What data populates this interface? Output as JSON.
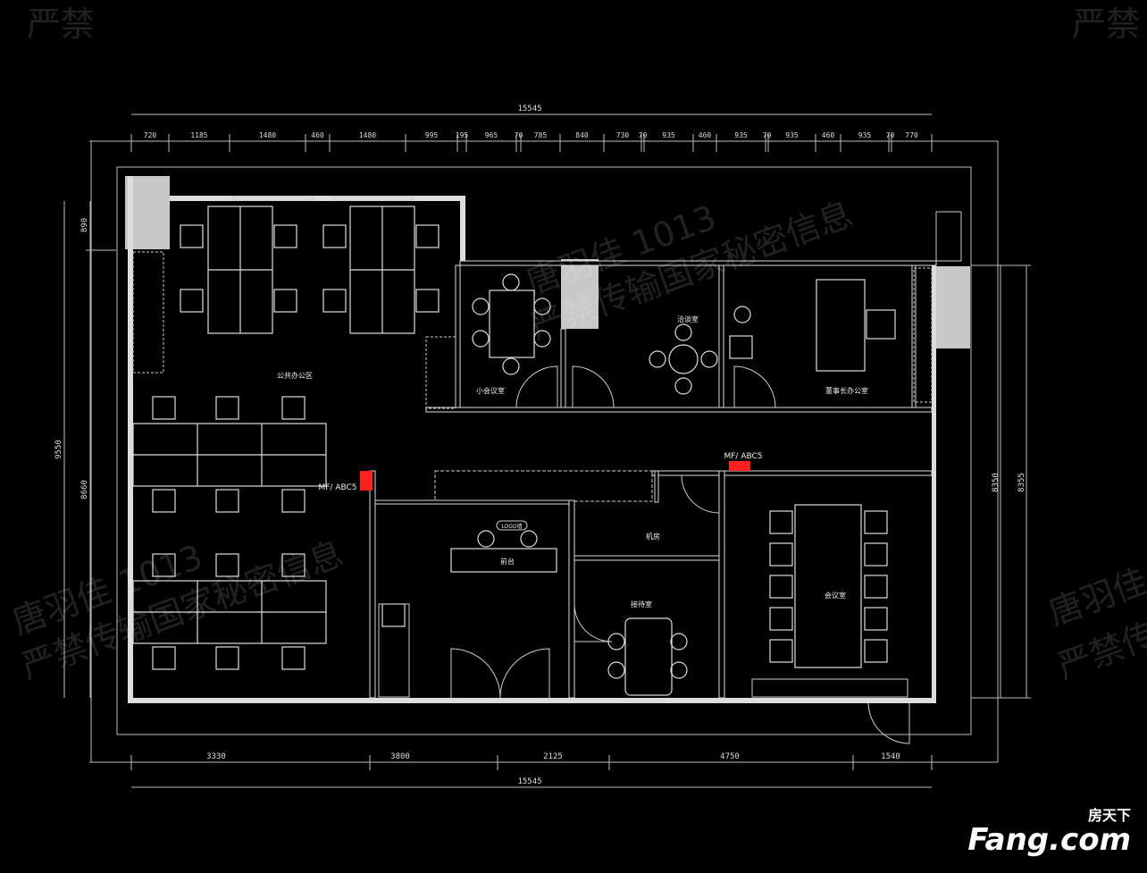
{
  "dimensions": {
    "top_total": "15545",
    "top_segments": [
      "720",
      "1185",
      "1480",
      "460",
      "1480",
      "995",
      "195",
      "965",
      "70",
      "785",
      "840",
      "730",
      "70",
      "935",
      "460",
      "935",
      "70",
      "935",
      "460",
      "935",
      "70",
      "770"
    ],
    "bottom_segments": [
      "3330",
      "3800",
      "2125",
      "4750",
      "1540"
    ],
    "bottom_total": "15545",
    "left": [
      "890",
      "9550",
      "8660"
    ],
    "right": [
      "8350",
      "8355"
    ]
  },
  "rooms": {
    "open_office": "公共办公区",
    "small_meeting": "小会议室",
    "negotiation": "洽谈室",
    "chairman_office": "董事长办公室",
    "server_room": "机房",
    "meeting_room": "会议室",
    "reception_room": "接待室",
    "front_desk": "前台",
    "logo_wall": "LOGO墙"
  },
  "annotations": {
    "extinguisher_1": "MF/ ABC5",
    "extinguisher_2": "MF/ ABC5"
  },
  "colors": {
    "background": "#000000",
    "lines": "#dddddd",
    "extinguisher": "#ff2020",
    "column": "#c8c8c8"
  },
  "watermarks": [
    "唐羽佳 1013",
    "严禁传输国家秘密信息",
    "严禁"
  ],
  "logo": {
    "cn": "房天下",
    "en": "Fang.com"
  }
}
